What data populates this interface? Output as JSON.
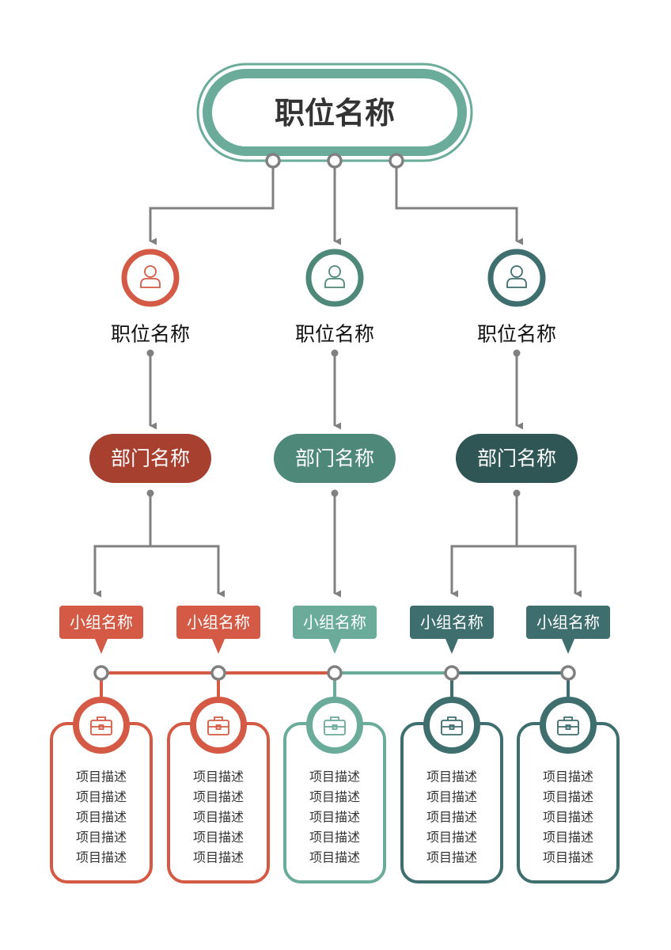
{
  "top": {
    "title": "职位名称",
    "color": "#6aab9a"
  },
  "colors": {
    "line": "#808080",
    "red": "#d45a45",
    "red_dark": "#a84030",
    "teal": "#6aab9a",
    "teal_dark": "#4e8878",
    "slate": "#3f6e6e",
    "slate_dark": "#2f5555"
  },
  "positions": [
    {
      "title": "职位名称",
      "icon": "user-icon",
      "color": "#d45a45",
      "dept": {
        "label": "部门名称",
        "color": "#a84030"
      }
    },
    {
      "title": "职位名称",
      "icon": "user-icon",
      "color": "#4e8878",
      "dept": {
        "label": "部门名称",
        "color": "#4e8878"
      }
    },
    {
      "title": "职位名称",
      "icon": "user-icon",
      "color": "#3f6e6e",
      "dept": {
        "label": "部门名称",
        "color": "#2f5555"
      }
    }
  ],
  "groups": [
    {
      "label": "小组名称",
      "color": "#d45a45",
      "icon": "briefcase-icon",
      "items": [
        "项目描述",
        "项目描述",
        "项目描述",
        "项目描述",
        "项目描述"
      ]
    },
    {
      "label": "小组名称",
      "color": "#d45a45",
      "icon": "briefcase-icon",
      "items": [
        "项目描述",
        "项目描述",
        "项目描述",
        "项目描述",
        "项目描述"
      ]
    },
    {
      "label": "小组名称",
      "color": "#6aab9a",
      "icon": "briefcase-icon",
      "items": [
        "项目描述",
        "项目描述",
        "项目描述",
        "项目描述",
        "项目描述"
      ]
    },
    {
      "label": "小组名称",
      "color": "#3f6e6e",
      "icon": "briefcase-icon",
      "items": [
        "项目描述",
        "项目描述",
        "项目描述",
        "项目描述",
        "项目描述"
      ]
    },
    {
      "label": "小组名称",
      "color": "#3f6e6e",
      "icon": "briefcase-icon",
      "items": [
        "项目描述",
        "项目描述",
        "项目描述",
        "项目描述",
        "项目描述"
      ]
    }
  ]
}
